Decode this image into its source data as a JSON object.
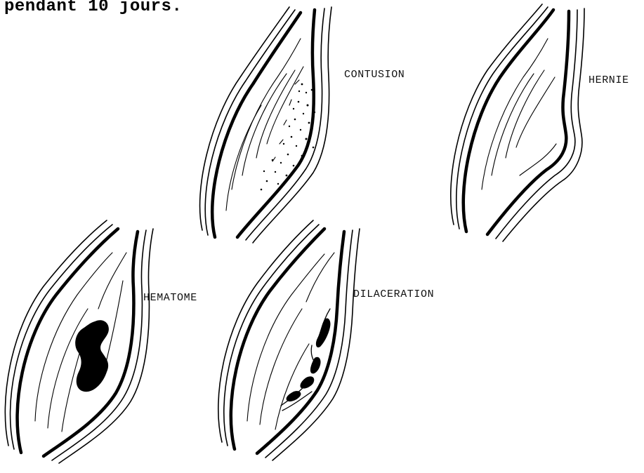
{
  "heading": "pendant 10 jours.",
  "labels": {
    "contusion": "CONTUSION",
    "hernie": "HERNIE",
    "hematome": "HEMATOME",
    "dilaceration": "DILACERATION"
  }
}
